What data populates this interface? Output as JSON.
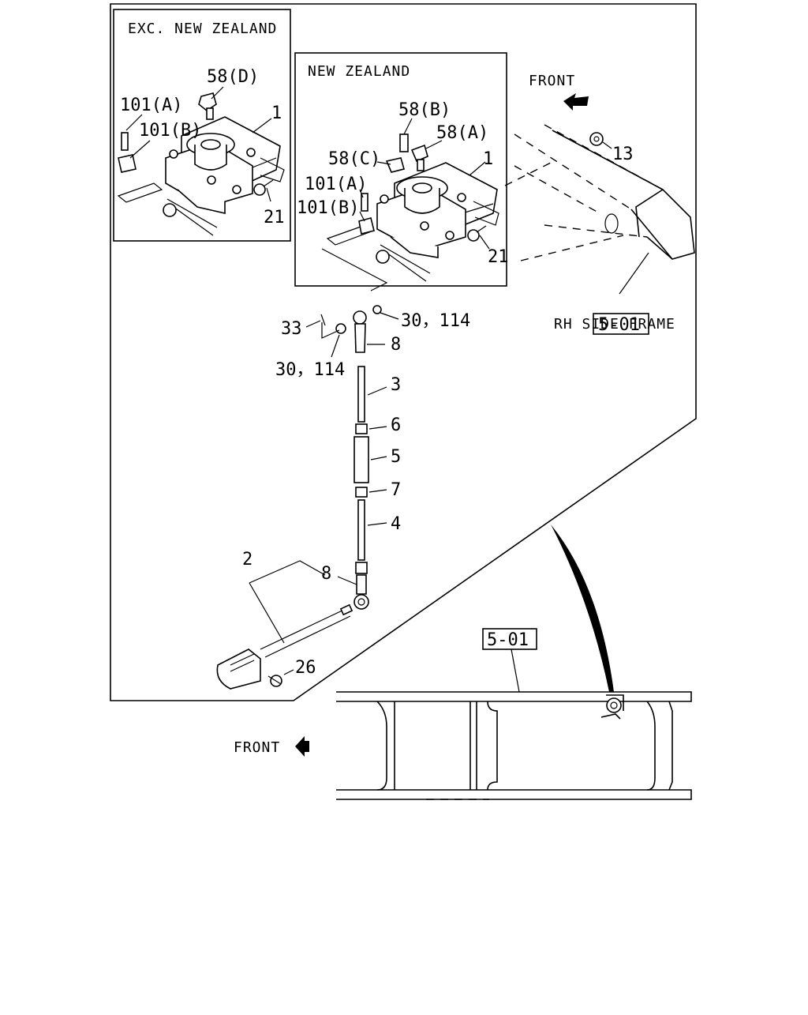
{
  "insets": {
    "exc_new_zealand": "EXC. NEW ZEALAND",
    "new_zealand": "NEW ZEALAND"
  },
  "direction": {
    "front_top": "FRONT",
    "front_bottom": "FRONT"
  },
  "references": {
    "frame_ref_1": "5-01",
    "frame_caption": "RH SIDE FRAME",
    "frame_ref_2": "5-01"
  },
  "callouts": {
    "c58d": "58(D)",
    "c101a_left": "101(A)",
    "c101b_left": "101(B)",
    "c1_left": "1",
    "c21_left": "21",
    "c58b": "58(B)",
    "c58a": "58(A)",
    "c58c": "58(C)",
    "c1_right": "1",
    "c101a_right": "101(A)",
    "c101b_right": "101(B)",
    "c21_right": "21",
    "c13": "13",
    "c33": "33",
    "c30_114_upper": "30，114",
    "c30_114_lower": "30，114",
    "c8_upper": "8",
    "c3": "3",
    "c6": "6",
    "c5": "5",
    "c7": "7",
    "c4": "4",
    "c2": "2",
    "c8_lower": "8",
    "c26": "26"
  }
}
